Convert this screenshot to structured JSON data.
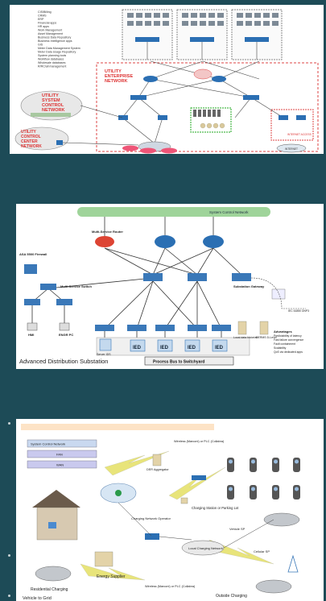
{
  "panel1": {
    "list_items": [
      "CIS/Billing",
      "CRMS",
      "ERP",
      "Financial apps",
      "HR apps",
      "Work Management",
      "Asset Management",
      "Business Data Repository",
      "Business Intelligence apps",
      "GIS",
      "Meter Data Management System",
      "Meter Data Usage Repository",
      "System planning tools",
      "Workflow databases",
      "Wholesale databases",
      "R/RC/all management"
    ],
    "enterprise_label": "UTILITY ENTERPRISE NETWORK",
    "sysctrl_label": "UTILITY SYSTEM CONTROL NETWORK",
    "controlcenter_label": "UTILITY CONTROL CENTER NETWORK",
    "internet_access": "INTERNET ACCESS",
    "internet": "INTERNET"
  },
  "panel2": {
    "top_bar": "System Control Network",
    "asa_label": "ASA 5500 Firewall",
    "multiservice_router": "Multi-Service Router",
    "multiservice_switch": "Multi-Service Switch",
    "substation_gateway": "Substation Gateway",
    "hmi": "HMI",
    "engr_pc": "ENGR PC",
    "ied": "IED",
    "server_ids": "Server IDS",
    "local_historian": "Local data historian",
    "d_level": "DERMS D-Level",
    "process_bus": "Process Bus to Switchyard",
    "caption": "Advanced Distribution Substation",
    "advantages_title": "Advantages",
    "advantages": [
      "Predictability of latency",
      "Fast failure convergence",
      "Fault containment",
      "Scalability",
      "QoS via dedicated apps"
    ],
    "proto": "IEC 61850 DNP3"
  },
  "panel3": {
    "system_control": "System Control Network",
    "fan": "FAN",
    "wan": "WAN",
    "der_aggregator": "DER Aggregator",
    "wireless_top": "Wireless (Marconi) or PLC (Collabra)",
    "wireless_bottom": "Wireless (Marconi) or PLC (Collabra)",
    "charging_station": "Charging Station or Parking Lot",
    "charging_operator": "Charging Network Operator",
    "local_charging": "Local Charging Network",
    "energy_supplier": "Energy Supplier",
    "residential": "Residential Charging",
    "vehicle_to_grid": "Vehicle to Grid",
    "outside_charging": "Outside Charging",
    "vehicle_sp": "Vehicle SP",
    "cellular": "Cellular SP"
  }
}
